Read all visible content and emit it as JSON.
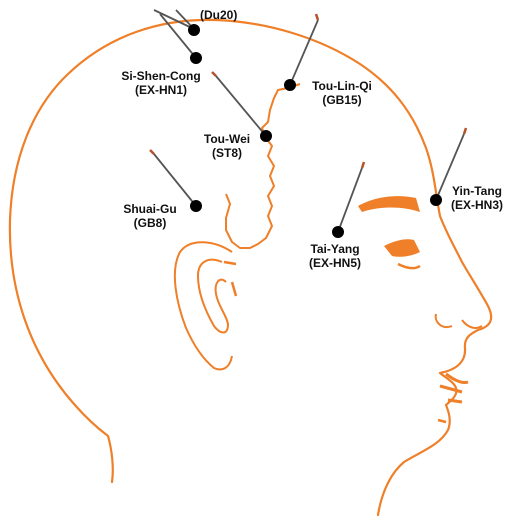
{
  "diagram": {
    "colors": {
      "outline": "#ef7f28",
      "needle": "#555555",
      "needle_tip": "#b5532a",
      "point": "#000000",
      "text": "#111111"
    },
    "points": [
      {
        "id": "du20",
        "name": "",
        "code": "(Du20)"
      },
      {
        "id": "ex-hn1",
        "name": "Si-Shen-Cong",
        "code": "(EX-HN1)"
      },
      {
        "id": "gb15",
        "name": "Tou-Lin-Qi",
        "code": "(GB15)"
      },
      {
        "id": "st8",
        "name": "Tou-Wei",
        "code": "(ST8)"
      },
      {
        "id": "gb8",
        "name": "Shuai-Gu",
        "code": "(GB8)"
      },
      {
        "id": "ex-hn5",
        "name": "Tai-Yang",
        "code": "(EX-HN5)"
      },
      {
        "id": "ex-hn3",
        "name": "Yin-Tang",
        "code": "(EX-HN3)"
      }
    ]
  }
}
